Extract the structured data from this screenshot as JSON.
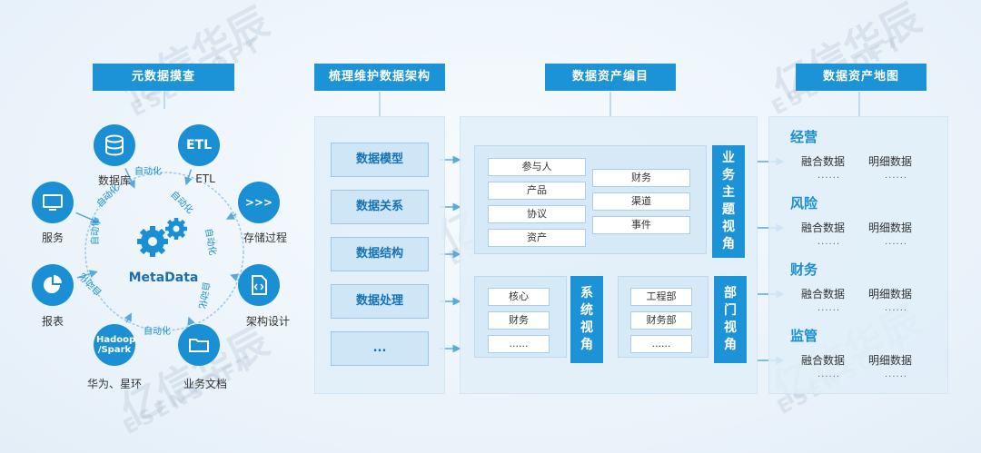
{
  "headers": {
    "metadata_discovery": "元数据摸查",
    "architecture": "梳理维护数据架构",
    "catalog": "数据资产编目",
    "asset_map": "数据资产地图"
  },
  "hub": {
    "label": "MetaData",
    "sources": [
      {
        "label": "数据库",
        "icon": "database-icon"
      },
      {
        "label": "ETL",
        "icon": "etl-icon",
        "icon_text": "ETL"
      },
      {
        "label": "存储过程",
        "icon": "stored-procedure-icon",
        "icon_text": ">>>"
      },
      {
        "label": "架构设计",
        "icon": "code-file-icon"
      },
      {
        "label": "业务文档",
        "icon": "folder-icon"
      },
      {
        "label": "华为、星环",
        "icon": "hadoop-spark-icon",
        "icon_text": "Hadoop /Spark"
      },
      {
        "label": "报表",
        "icon": "pie-chart-icon"
      },
      {
        "label": "服务",
        "icon": "monitor-icon"
      }
    ],
    "auto_label": "自动化"
  },
  "architecture_items": [
    "数据模型",
    "数据关系",
    "数据结构",
    "数据处理",
    "..."
  ],
  "catalog": {
    "business_view": {
      "title": "业务主题视角",
      "col1": [
        "参与人",
        "产品",
        "协议",
        "资产"
      ],
      "col2": [
        "财务",
        "渠道",
        "事件"
      ]
    },
    "system_view": {
      "title": "系统视角",
      "items": [
        "核心",
        "财务",
        "......"
      ]
    },
    "department_view": {
      "title": "部门视角",
      "items": [
        "工程部",
        "财务部",
        "......"
      ]
    }
  },
  "asset_map": [
    {
      "title": "经营",
      "items": [
        "融合数据",
        "明细数据"
      ],
      "more": "......"
    },
    {
      "title": "风险",
      "items": [
        "融合数据",
        "明细数据"
      ],
      "more": "......"
    },
    {
      "title": "财务",
      "items": [
        "融合数据",
        "明细数据"
      ],
      "more": "......"
    },
    {
      "title": "监管",
      "items": [
        "融合数据",
        "明细数据"
      ],
      "more": "......"
    }
  ],
  "watermark": {
    "cn": "亿信华辰",
    "en": "ESENSOFT"
  },
  "colors": {
    "accent": "#1b93d6",
    "panel": "#e1eef9",
    "item_text": "#1672b6"
  }
}
